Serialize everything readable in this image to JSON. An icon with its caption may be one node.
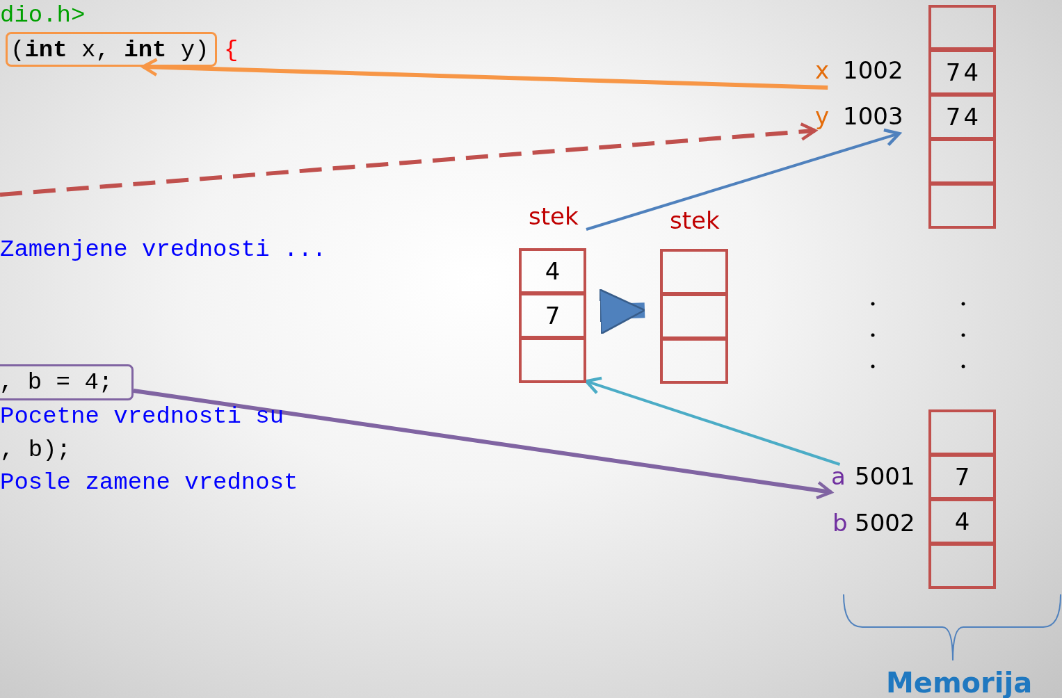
{
  "diagram": {
    "nodes": [
      {
        "text": [
          "(**int** x, **int** y)"
        ]
      },
      {
        "text": [
          "x",
          "1002"
        ]
      },
      {
        "text": [
          "y",
          "1003"
        ]
      },
      {
        "text": [],
        "shape": "box"
      },
      {
        "text": [
          "7",
          "4"
        ]
      },
      {
        "text": [
          "7",
          "4"
        ]
      },
      {
        "text": [],
        "shape": "box"
      },
      {
        "text": [],
        "shape": "box"
      },
      {
        "text": [
          "stek"
        ]
      },
      {
        "text": [
          "4"
        ],
        "in": 8
      },
      {
        "text": [
          "7"
        ],
        "in": 8
      },
      {
        "text": [],
        "shape": "box",
        "in": 8
      },
      {
        "text": [
          "stek"
        ]
      },
      {
        "text": [],
        "shape": "box",
        "in": 12
      },
      {
        "text": [],
        "shape": "box",
        "in": 12
      },
      {
        "text": [],
        "shape": "box",
        "in": 12
      },
      {
        "text": [
          ", b = 4;"
        ]
      },
      {
        "text": [
          "a",
          "5001"
        ]
      },
      {
        "text": [],
        "shape": "box"
      },
      {
        "text": [
          "7"
        ]
      },
      {
        "text": [
          "4"
        ]
      },
      {
        "text": [],
        "shape": "box"
      }
    ],
    "edges": [
      {
        "from": 1,
        "to": 0,
        "arrow": "to",
        "color": "#f79646"
      },
      {
        "from": null,
        "to": 2,
        "arrow": "to",
        "style": "dashed",
        "color": "#c0504d"
      },
      {
        "from": 8,
        "to": 2,
        "arrow": "to",
        "color": "#4f81bd"
      },
      {
        "from": 8,
        "to": 12,
        "arrow": "to",
        "style": "thick",
        "color": "#4f81bd"
      },
      {
        "from": 17,
        "to": 8,
        "arrow": "to",
        "color": "#4bacc6"
      },
      {
        "from": 16,
        "to": 17,
        "arrow": "to",
        "color": "#8064a2"
      }
    ],
    "labels": [
      "dio.h>",
      "{",
      "Zamenjene vrednosti ...",
      "Pocetne vrednosti su",
      ", b);",
      "Posle zamene vrednost",
      "b",
      "5002",
      "Memorija"
    ]
  }
}
